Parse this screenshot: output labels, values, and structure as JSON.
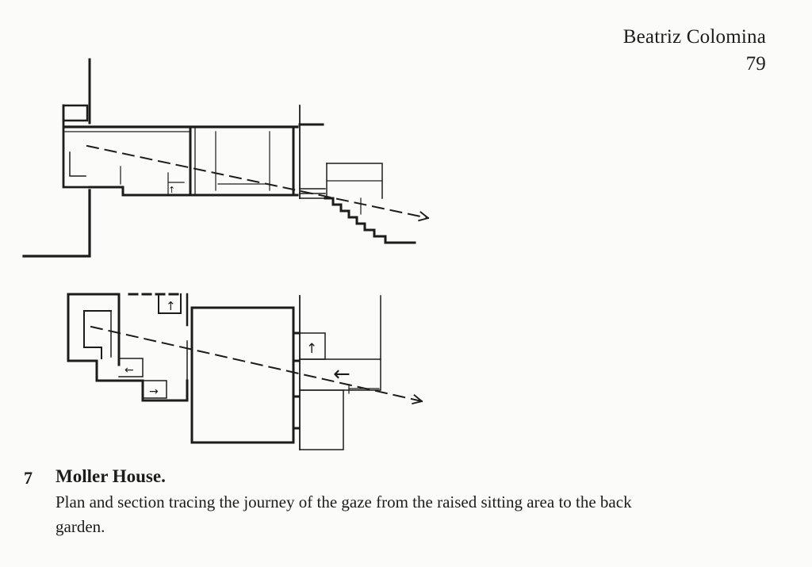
{
  "header": {
    "author": "Beatriz Colomina",
    "page_number": "79"
  },
  "figure": {
    "number": "7",
    "title": "Moller House.",
    "caption": "Plan and section tracing the journey of the gaze from the raised sitting area to the back garden."
  }
}
